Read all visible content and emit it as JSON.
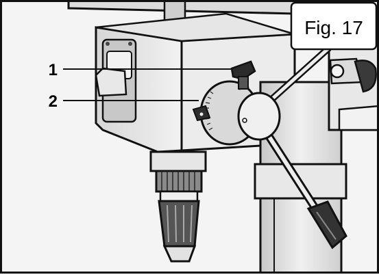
{
  "figure": {
    "label": "Fig. 17",
    "callouts": [
      {
        "number": "1",
        "target": "depth-stop-lock-knob"
      },
      {
        "number": "2",
        "target": "depth-scale-ring"
      }
    ]
  }
}
